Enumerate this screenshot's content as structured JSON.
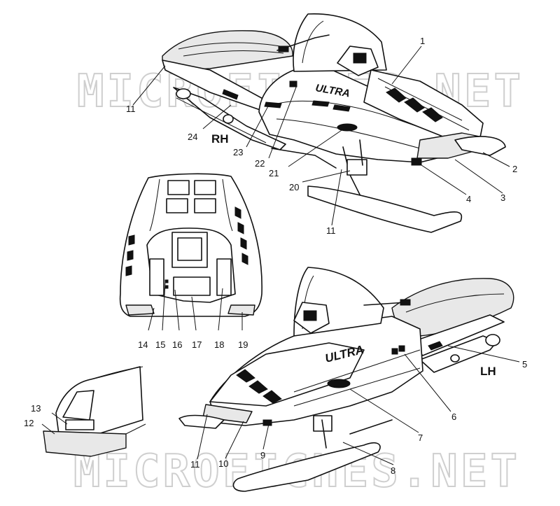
{
  "watermark": "MICROFICHES.NET",
  "views": {
    "rh": {
      "label": "RH"
    },
    "lh": {
      "label": "LH"
    }
  },
  "hood_logo": "ULTRA",
  "callouts": [
    "1",
    "2",
    "3",
    "4",
    "5",
    "6",
    "7",
    "8",
    "9",
    "10",
    "11",
    "12",
    "13",
    "14",
    "15",
    "16",
    "17",
    "18",
    "19",
    "20",
    "21",
    "22",
    "23",
    "24"
  ],
  "callout_11_repeat": "11"
}
